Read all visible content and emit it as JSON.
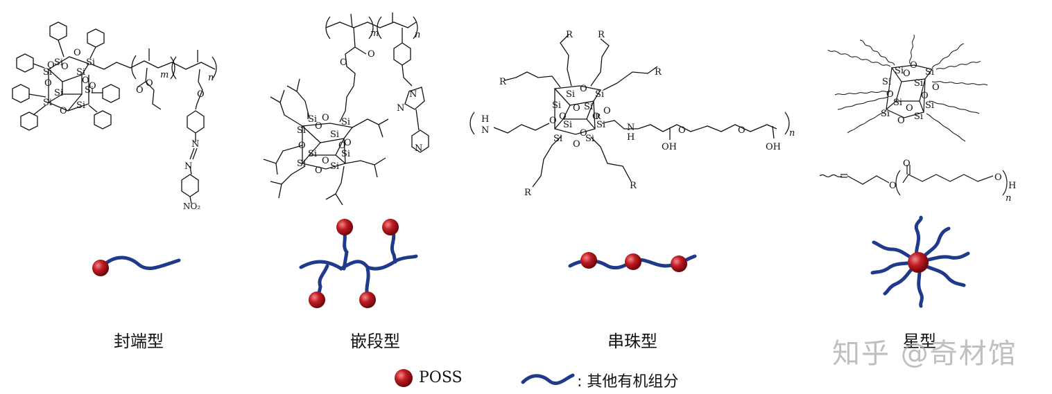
{
  "panels": [
    {
      "id": "end-capped",
      "label": "封端型"
    },
    {
      "id": "block",
      "label": "嵌段型"
    },
    {
      "id": "pendant",
      "label": "串珠型"
    },
    {
      "id": "star",
      "label": "星型"
    }
  ],
  "legend": {
    "poss_label": "POSS",
    "chain_label": ": 其他有机组分"
  },
  "chem": {
    "si": "Si",
    "o": "O",
    "r": "R",
    "n": "n",
    "m": "m",
    "nh": "N",
    "h": "H",
    "oh": "OH",
    "no2": "NO₂",
    "n_atom": "N"
  },
  "watermark": "知乎 @奇材馆",
  "colors": {
    "poss": "#b3111a",
    "chain": "#1f3a8a",
    "ink": "#111111"
  }
}
